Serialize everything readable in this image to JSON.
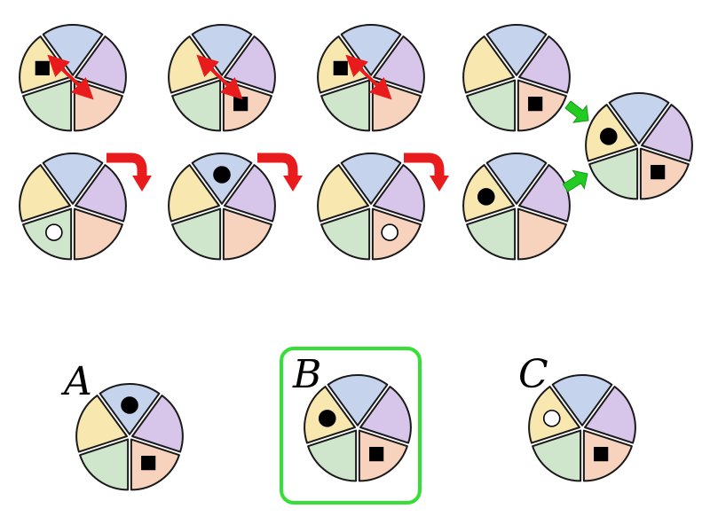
{
  "colors": {
    "sector_top": "#c6d3ec",
    "sector_right": "#d8c6ea",
    "sector_bottom_right": "#f7d2bd",
    "sector_bottom_left": "#cfe5cc",
    "sector_left": "#f8e8b0",
    "outline": "#1a1a1a",
    "swap_arrow": "#e81c1c",
    "rotate_arrow": "#e81c1c",
    "combine_arrow": "#22cc22",
    "selection_box": "#33e033"
  },
  "puzzle": {
    "swap_row": [
      {
        "square": "left"
      },
      {
        "square": "bottom_right"
      },
      {
        "square": "left"
      },
      {
        "square": "bottom_right"
      }
    ],
    "rotate_row": [
      {
        "circle": "bottom_left",
        "circle_fill": "white"
      },
      {
        "circle": "top",
        "circle_fill": "black"
      },
      {
        "circle": "bottom_right",
        "circle_fill": "white"
      },
      {
        "circle": "left",
        "circle_fill": "black"
      }
    ],
    "result": {
      "square": "bottom_right",
      "circle": "left",
      "circle_fill": "black"
    }
  },
  "options": [
    {
      "label": "A",
      "square": "bottom_right",
      "circle": "top",
      "circle_fill": "black",
      "selected": false
    },
    {
      "label": "B",
      "square": "bottom_right",
      "circle": "left",
      "circle_fill": "black",
      "selected": true
    },
    {
      "label": "C",
      "square": "bottom_right",
      "circle": "left",
      "circle_fill": "white",
      "selected": false
    }
  ]
}
